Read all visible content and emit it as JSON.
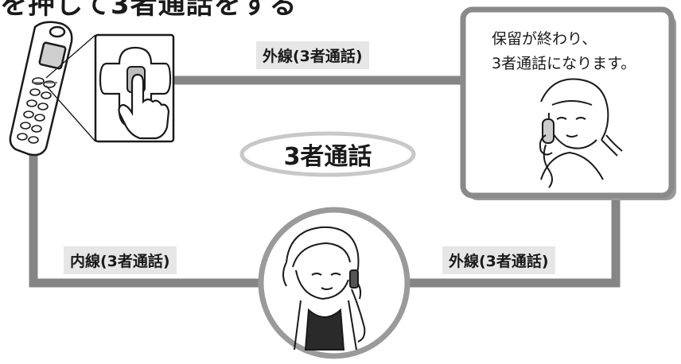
{
  "heading": "を押して3者通話をする",
  "lines": {
    "top_outside": "外線(3者通話)",
    "bottom_inside": "内線(3者通話)",
    "bottom_outside": "外線(3者通話)"
  },
  "center_label": "3者通話",
  "callout": {
    "line1": "保留が終わり、",
    "line2": "3者通話になります。"
  },
  "colors": {
    "line": "#858585",
    "badge_bg": "#e6e6e6",
    "callout_border": "#8a8a8a",
    "ink": "#1a1a1a"
  },
  "icons": [
    "cordless-handset-icon",
    "cross-key-pressed-icon",
    "pointing-hand-icon",
    "woman-on-phone-icon",
    "woman-on-mobile-icon"
  ]
}
